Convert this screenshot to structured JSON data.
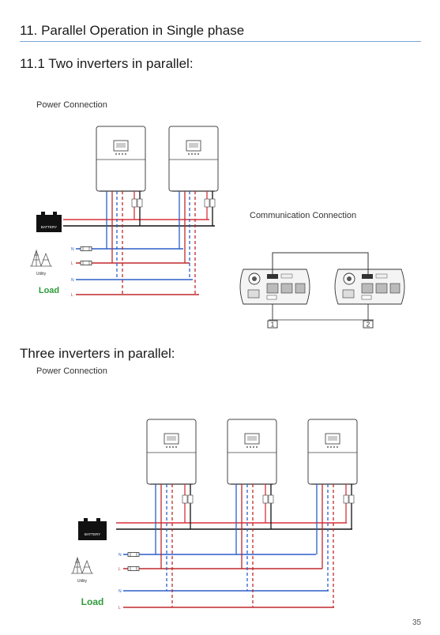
{
  "header": {
    "section_title": "11. Parallel Operation in Single phase",
    "subsection_two": "11.1 Two inverters in parallel:",
    "subsection_three": "Three inverters in parallel:"
  },
  "two_inverters": {
    "power_connection_label": "Power Connection",
    "communication_label": "Communication Connection",
    "battery_label": "BATTERY",
    "utility_label": "Utility",
    "load_label": "Load",
    "n_label": "N",
    "l_label": "L",
    "port_1": "1",
    "port_2": "2"
  },
  "three_inverters": {
    "power_connection_label": "Power Connection",
    "battery_label": "BATTERY",
    "utility_label": "Utility",
    "load_label": "Load",
    "n_label": "N",
    "l_label": "L"
  },
  "footer": {
    "page_number": "35"
  },
  "colors": {
    "accent_rule": "#7aa7d6",
    "battery_positive": "#d9313a",
    "battery_negative": "#111111",
    "neutral_wire": "#2b5fc9",
    "live_wire": "#c0282d",
    "load_green": "#2e9b3a"
  }
}
